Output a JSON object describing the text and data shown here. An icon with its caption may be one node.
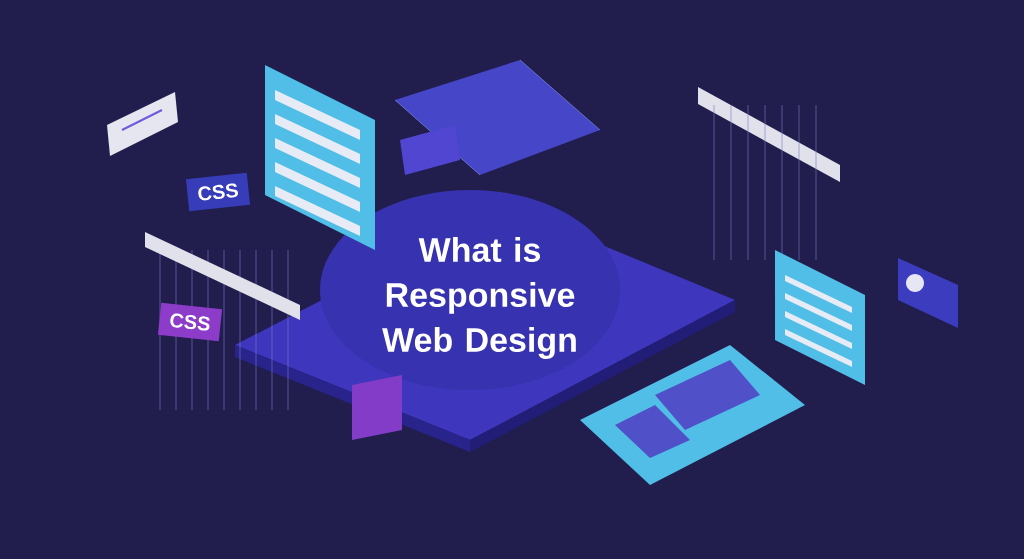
{
  "diagram": {
    "title": "What is Responsive Web Design",
    "nodes": [
      {
        "text": [
          "CSS"
        ]
      },
      {
        "text": [
          "CSS"
        ]
      }
    ]
  }
}
